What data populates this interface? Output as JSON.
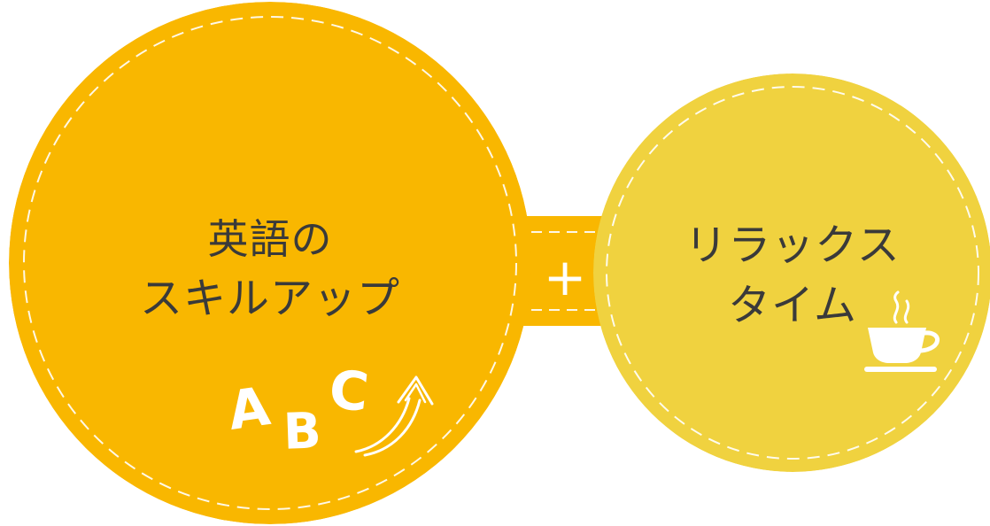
{
  "colors": {
    "left_circle": "#f9b700",
    "right_circle": "#f0d23f",
    "band": "#f9b700",
    "stitch": "#ffffff",
    "text": "#3a3a3a"
  },
  "left": {
    "line1": "英語の",
    "line2": "スキルアップ",
    "letters": [
      "A",
      "B",
      "C"
    ],
    "icon": "rising-arrow-icon"
  },
  "connector": {
    "symbol": "+"
  },
  "right": {
    "line1": "リラックス",
    "line2": "タイム",
    "icon": "coffee-cup-icon"
  }
}
